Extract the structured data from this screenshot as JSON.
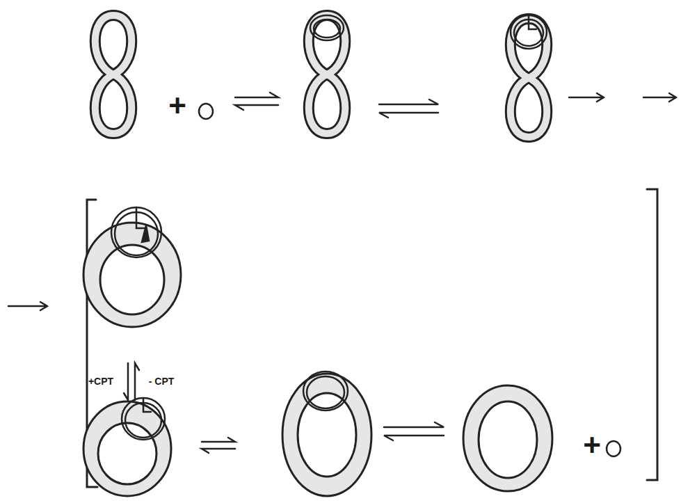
{
  "diagram": {
    "labels": [
      "+",
      "+CPT",
      "- CPT",
      "+"
    ]
  }
}
